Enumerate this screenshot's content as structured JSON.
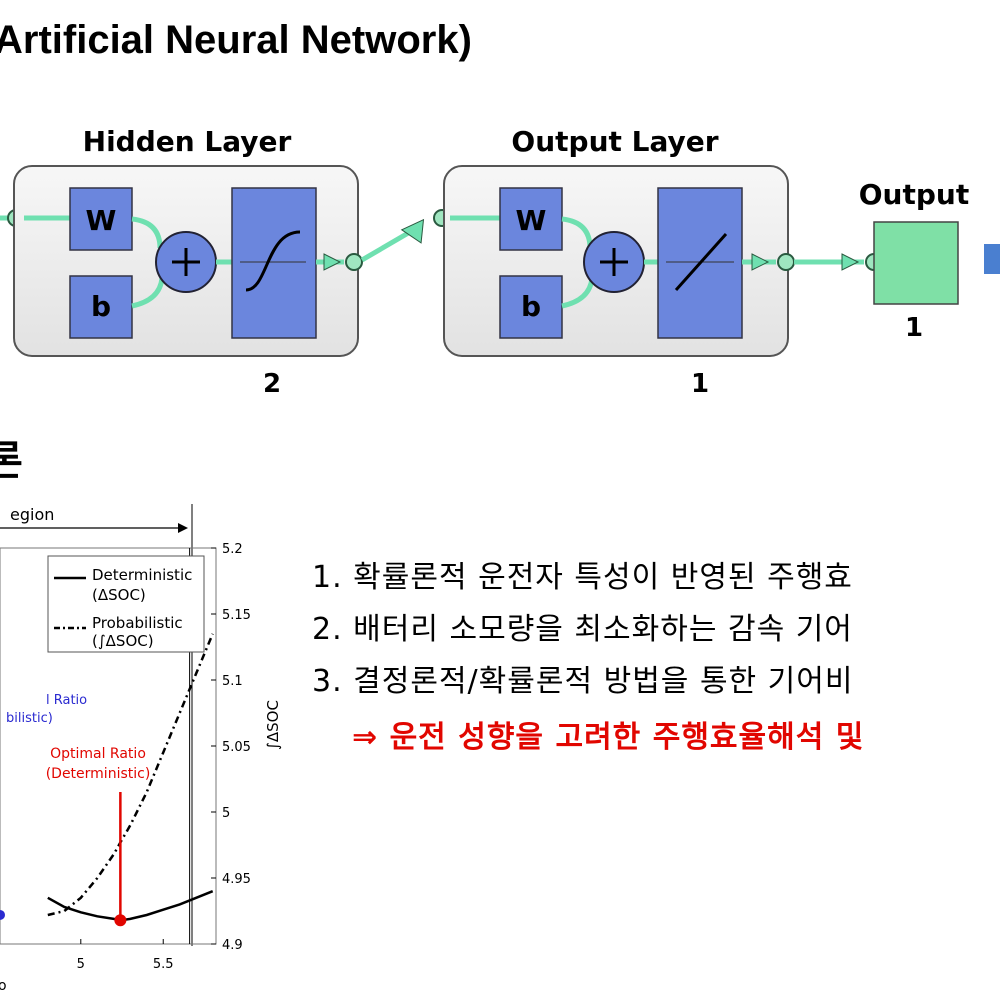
{
  "heading": "Artificial Neural Network)",
  "section_heading": "론",
  "network": {
    "hidden_layer": {
      "label": "Hidden Layer",
      "weight": "W",
      "bias": "b",
      "size": "2"
    },
    "output_layer": {
      "label": "Output Layer",
      "weight": "W",
      "bias": "b",
      "size": "1"
    },
    "output": {
      "label": "Output",
      "size": "1"
    },
    "colors": {
      "panel": "#ececec",
      "block": "#6b86dd",
      "output_box": "#7fe0a6",
      "arrow": "#6fe0b0"
    }
  },
  "chart_data": {
    "type": "line",
    "region_label": "egion",
    "right_ylabel": "∫ΔSOC",
    "right_ytick_labels": [
      "5.2",
      "5.15",
      "5.1",
      "5.05",
      "5",
      "4.95",
      "4.9"
    ],
    "xtick_labels": [
      "5",
      "5.5"
    ],
    "x": [
      4.8,
      4.9,
      5.0,
      5.1,
      5.2,
      5.24,
      5.3,
      5.4,
      5.5,
      5.6,
      5.7,
      5.8
    ],
    "series": [
      {
        "name": "Deterministic (ΔSOC)",
        "style": "solid",
        "values": [
          4.935,
          4.928,
          4.924,
          4.921,
          4.919,
          4.918,
          4.919,
          4.922,
          4.926,
          4.93,
          4.935,
          4.94
        ]
      },
      {
        "name": "Probabilistic (∫ΔSOC)",
        "style": "dash-dot",
        "values": [
          4.922,
          4.925,
          4.935,
          4.95,
          4.968,
          4.977,
          4.99,
          5.015,
          5.045,
          5.075,
          5.105,
          5.135
        ]
      }
    ],
    "legend": [
      {
        "line1": "Deterministic",
        "line2": "(ΔSOC)"
      },
      {
        "line1": "Probabilistic",
        "line2": "(∫ΔSOC)"
      }
    ],
    "annotations": {
      "optimal_det": {
        "line1": "Optimal Ratio",
        "line2": "(Deterministic)",
        "x": 5.24,
        "color": "#e10600"
      },
      "optimal_prob": {
        "line1": "l Ratio",
        "line2": "bilistic)",
        "color": "#2a2ad0"
      }
    },
    "xlim": [
      4.51,
      5.82
    ],
    "ylim": [
      4.9,
      5.2
    ],
    "region_boundary_x": 5.66
  },
  "text_lines": [
    "1. 확률론적 운전자 특성이 반영된 주행효",
    "2. 배터리 소모량을 최소화하는 감속 기어",
    "3. 결정론적/확률론적 방법을 통한 기어비"
  ],
  "conclusion": "⇒ 운전 성향을 고려한 주행효율해석 및"
}
